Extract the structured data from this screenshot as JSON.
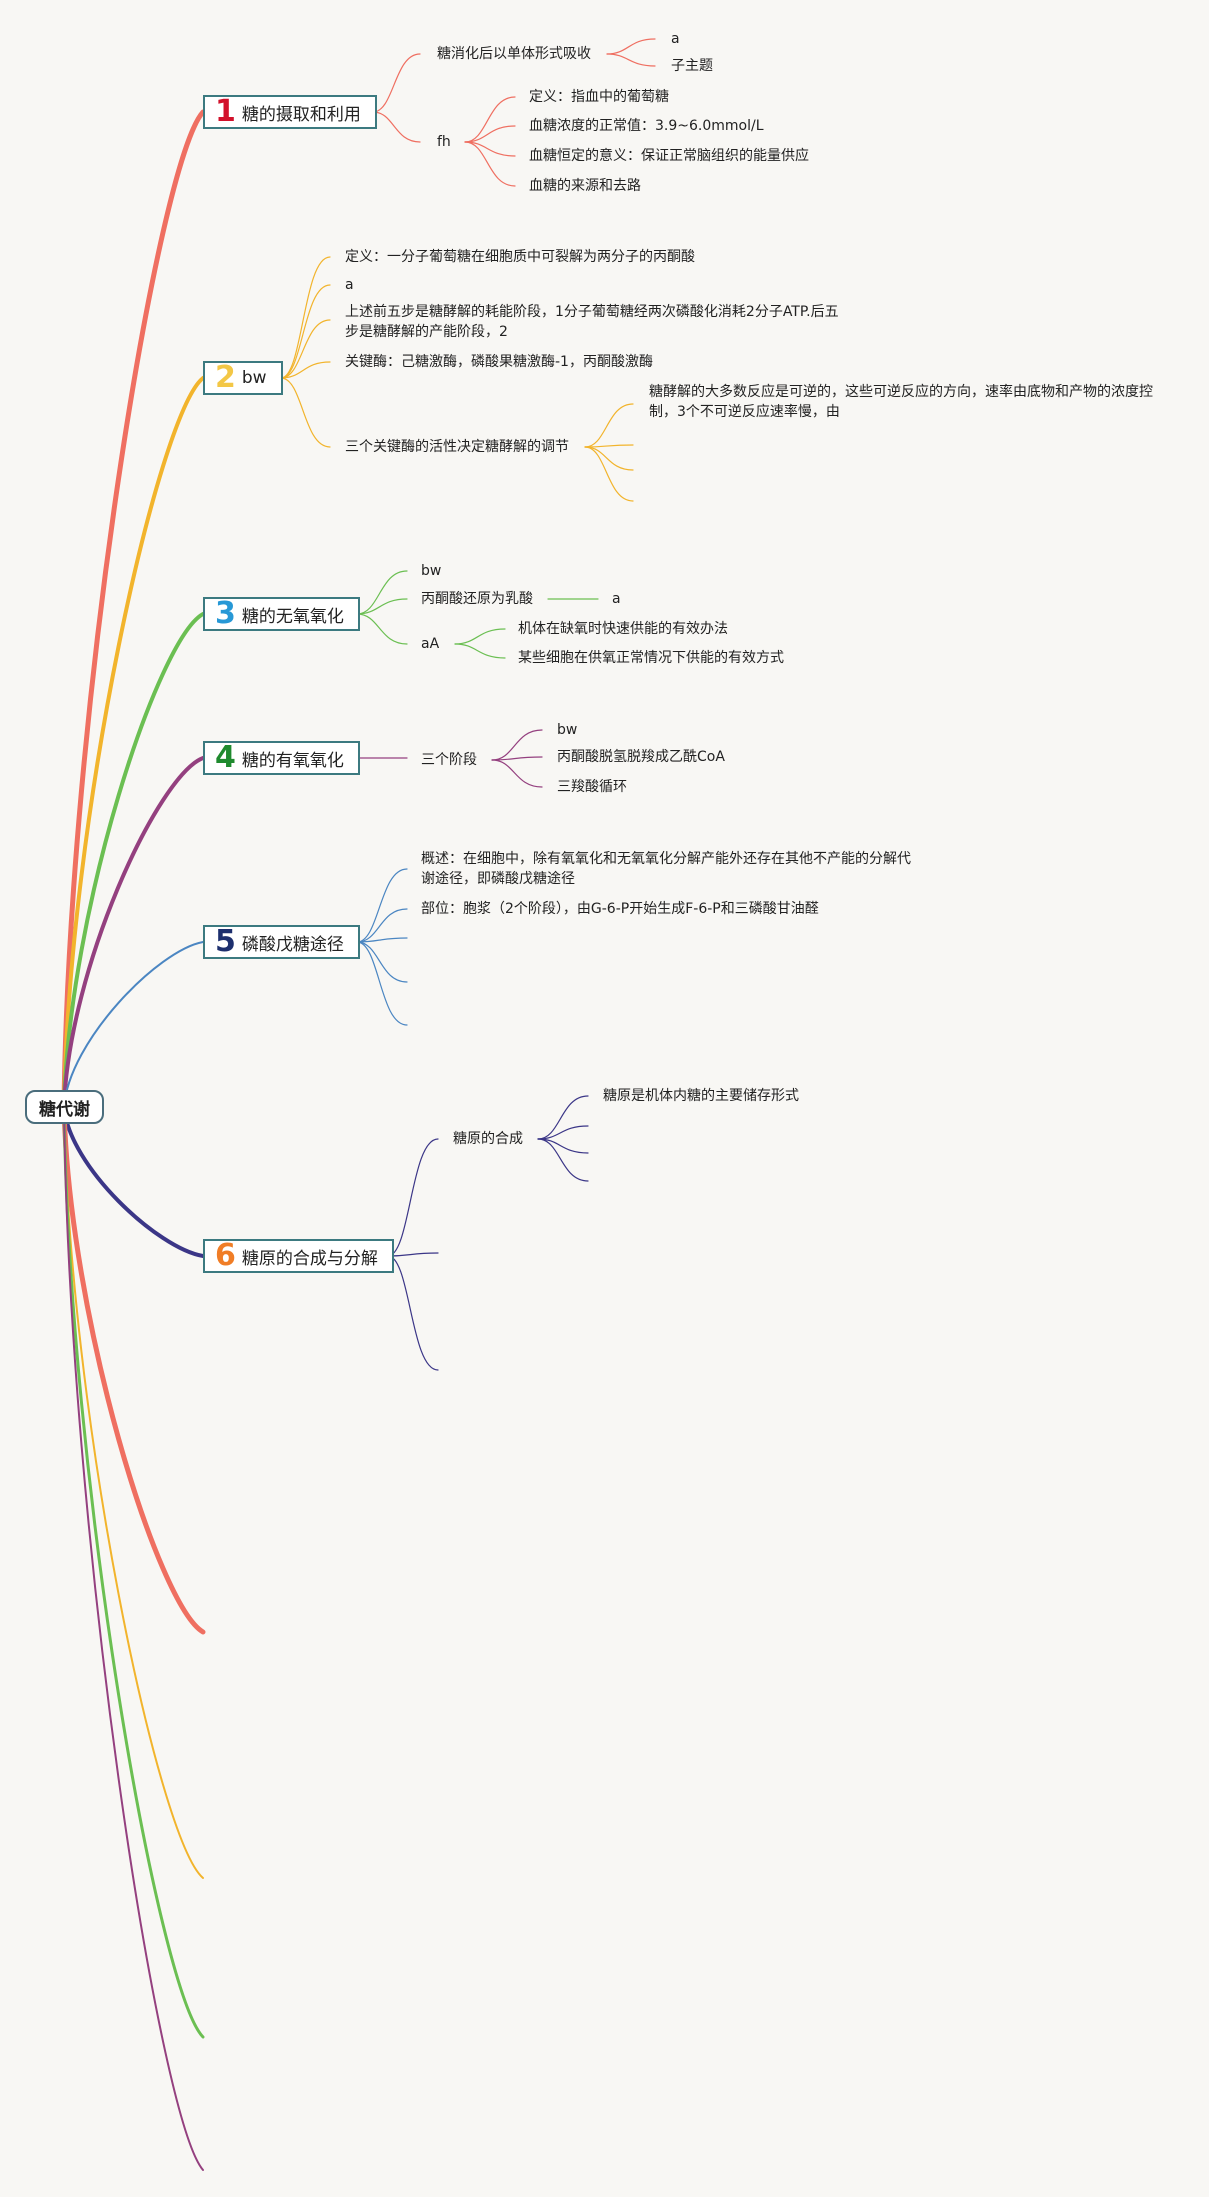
{
  "root": "糖代谢",
  "colors": {
    "b1": "#ef6f61",
    "b2": "#f2b42c",
    "b3": "#6bbf52",
    "b4": "#94407f",
    "b5": "#4b86c2",
    "b6": "#3b3687",
    "n1": "#d2112b",
    "n2": "#f3c746",
    "n3": "#2798d6",
    "n4": "#1f8a2e",
    "n5": "#1d2f6e",
    "n6": "#f07d26"
  },
  "branches": [
    {
      "num": "1",
      "label": "糖的摄取和利用",
      "children": [
        {
          "label": "糖消化后以单体形式吸收",
          "children": [
            "a",
            "子主题"
          ]
        },
        {
          "label": "fh",
          "children": [
            "定义：指血中的葡萄糖",
            "血糖浓度的正常值：3.9~6.0mmol/L",
            "血糖恒定的意义：保证正常脑组织的能量供应",
            "血糖的来源和去路"
          ]
        }
      ]
    },
    {
      "num": "2",
      "label": "bw",
      "children": [
        {
          "label": "定义：一分子葡萄糖在细胞质中可裂解为两分子的丙酮酸"
        },
        {
          "label": "a"
        },
        {
          "label": "上述前五步是糖酵解的耗能阶段，1分子葡萄糖经两次磷酸化消耗2分子ATP.后五步是糖酵解的产能阶段，2"
        },
        {
          "label": "关键酶：己糖激酶，磷酸果糖激酶-1，丙酮酸激酶"
        },
        {
          "label": "三个关键酶的活性决定糖酵解的调节",
          "children": [
            "糖酵解的大多数反应是可逆的，这些可逆反应的方向，速率由底物和产物的浓度控制，3个不可逆反应速率慢，由"
          ]
        }
      ]
    },
    {
      "num": "3",
      "label": "糖的无氧氧化",
      "children": [
        {
          "label": "bw"
        },
        {
          "label": "丙酮酸还原为乳酸",
          "children": [
            "a"
          ]
        },
        {
          "label": "aA",
          "children": [
            "机体在缺氧时快速供能的有效办法",
            "某些细胞在供氧正常情况下供能的有效方式"
          ]
        }
      ]
    },
    {
      "num": "4",
      "label": "糖的有氧氧化",
      "children": [
        {
          "label": "三个阶段",
          "children": [
            "bw",
            "丙酮酸脱氢脱羧成乙酰CoA",
            "三羧酸循环"
          ]
        }
      ]
    },
    {
      "num": "5",
      "label": "磷酸戊糖途径",
      "children": [
        {
          "label": "概述：在细胞中，除有氧氧化和无氧氧化分解产能外还存在其他不产能的分解代谢途径，即磷酸戊糖途径"
        },
        {
          "label": "部位：胞浆（2个阶段），由G-6-P开始生成F-6-P和三磷酸甘油醛"
        }
      ]
    },
    {
      "num": "6",
      "label": "糖原的合成与分解",
      "children": [
        {
          "label": "糖原的合成",
          "children": [
            "糖原是机体内糖的主要储存形式"
          ]
        }
      ]
    }
  ]
}
